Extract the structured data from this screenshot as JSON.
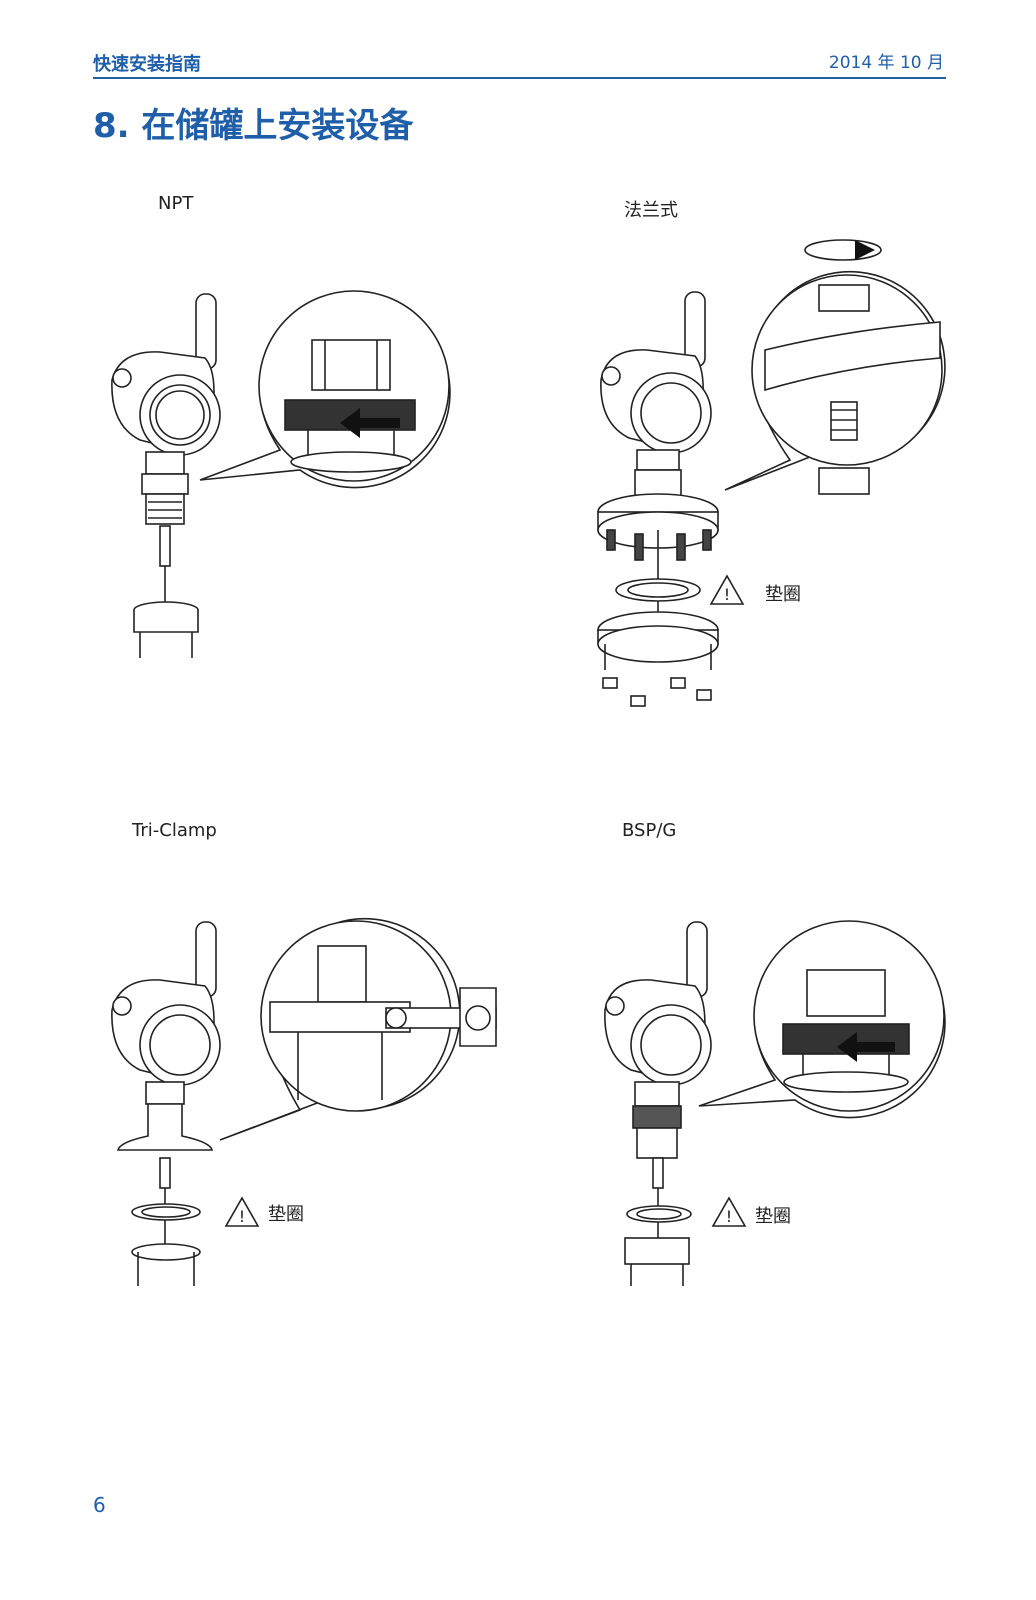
{
  "header": {
    "guide_title": "快速安装指南",
    "date": "2014 年 10 月"
  },
  "section_title": "8.  在储罐上安装设备",
  "panels": [
    {
      "label": "NPT"
    },
    {
      "label": "法兰式",
      "warning": "垫圈"
    },
    {
      "label": "Tri-Clamp",
      "warning": "垫圈"
    },
    {
      "label": "BSP/G",
      "warning": "垫圈"
    }
  ],
  "footer": {
    "page_number": "6"
  },
  "colors": {
    "brand_blue": "#1f5ea8"
  },
  "icons": [
    "warning-triangle-icon",
    "rotation-arrow-icon"
  ]
}
